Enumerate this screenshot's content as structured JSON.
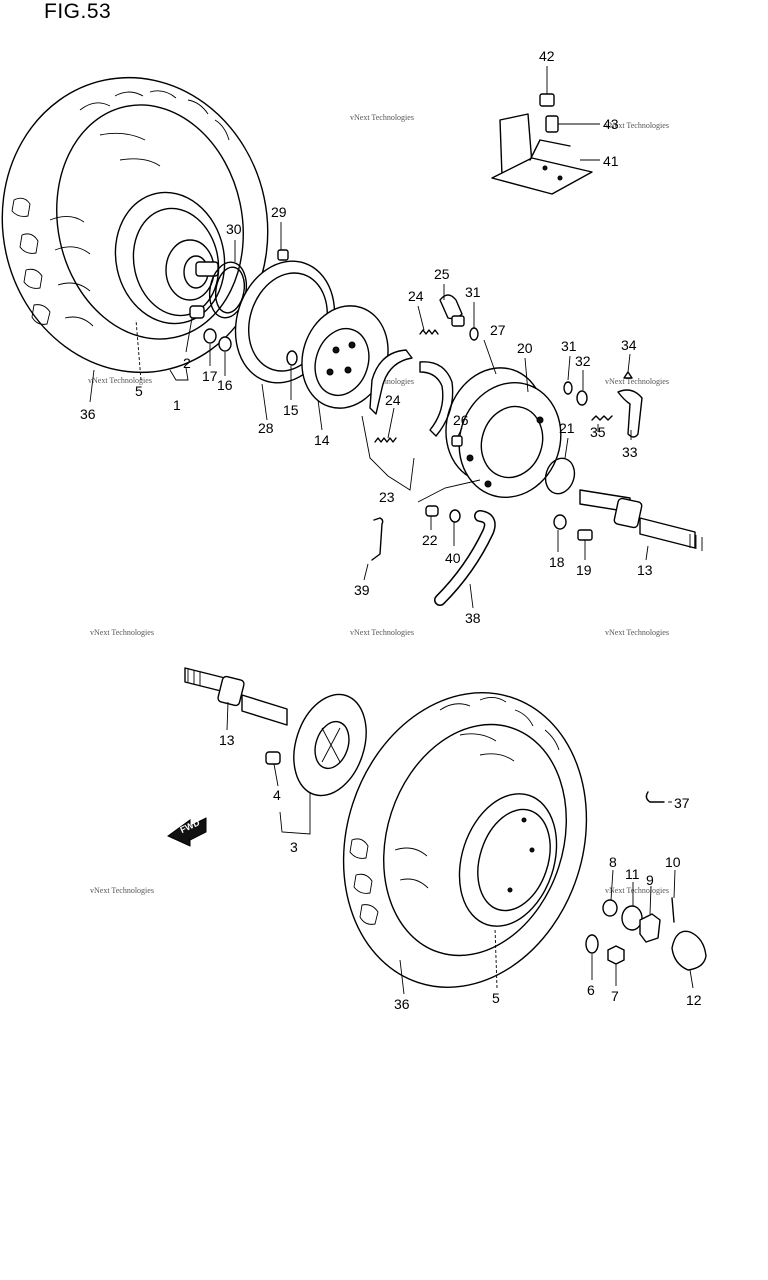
{
  "figure": {
    "title": "FIG.53"
  },
  "watermark": {
    "text": "vNext Technologies"
  },
  "fwd_label": "FWD",
  "callouts": {
    "c1": "1",
    "c2": "2",
    "c3": "3",
    "c4": "4",
    "c5a": "5",
    "c5b": "5",
    "c6": "6",
    "c7": "7",
    "c8": "8",
    "c9": "9",
    "c10": "10",
    "c11": "11",
    "c12": "12",
    "c13a": "13",
    "c13b": "13",
    "c14": "14",
    "c15": "15",
    "c16": "16",
    "c17": "17",
    "c18": "18",
    "c19": "19",
    "c20": "20",
    "c21": "21",
    "c22": "22",
    "c23": "23",
    "c24a": "24",
    "c24b": "24",
    "c25": "25",
    "c26": "26",
    "c27": "27",
    "c28": "28",
    "c29": "29",
    "c30": "30",
    "c31a": "31",
    "c31b": "31",
    "c32": "32",
    "c33": "33",
    "c34": "34",
    "c35": "35",
    "c36a": "36",
    "c36b": "36",
    "c37": "37",
    "c38": "38",
    "c39": "39",
    "c40": "40",
    "c41": "41",
    "c42": "42",
    "c43": "43"
  }
}
